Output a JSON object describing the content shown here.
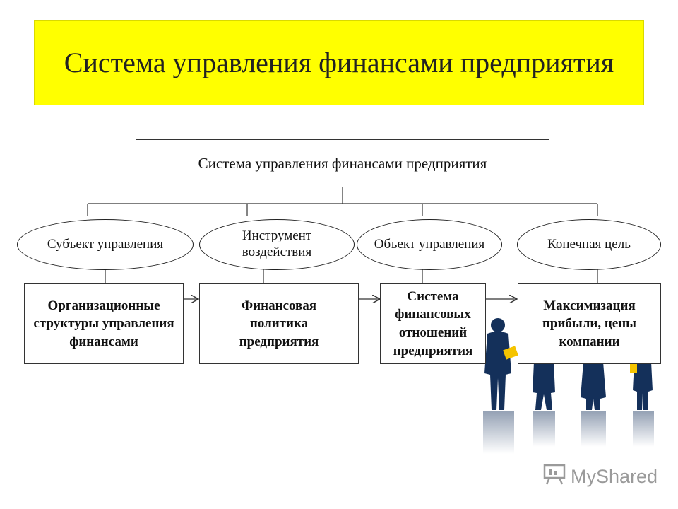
{
  "title": "Система управления финансами предприятия",
  "diagram": {
    "root": "Система управления финансами предприятия",
    "columns": [
      {
        "ellipse": "Субъект управления",
        "box": "Организационные структуры управления финансами"
      },
      {
        "ellipse": "Инструмент воздействия",
        "box": "Финансовая политика предприятия"
      },
      {
        "ellipse": "Объект управления",
        "box": "Система финансовых отношений предприятия"
      },
      {
        "ellipse": "Конечная цель",
        "box": "Максимизация прибыли, цены компании"
      }
    ]
  },
  "watermark": {
    "text": "MyShared",
    "icon": "presentation-board-icon"
  },
  "colors": {
    "banner": "#ffff00",
    "people": "#14305a",
    "accent": "#f5c400"
  }
}
